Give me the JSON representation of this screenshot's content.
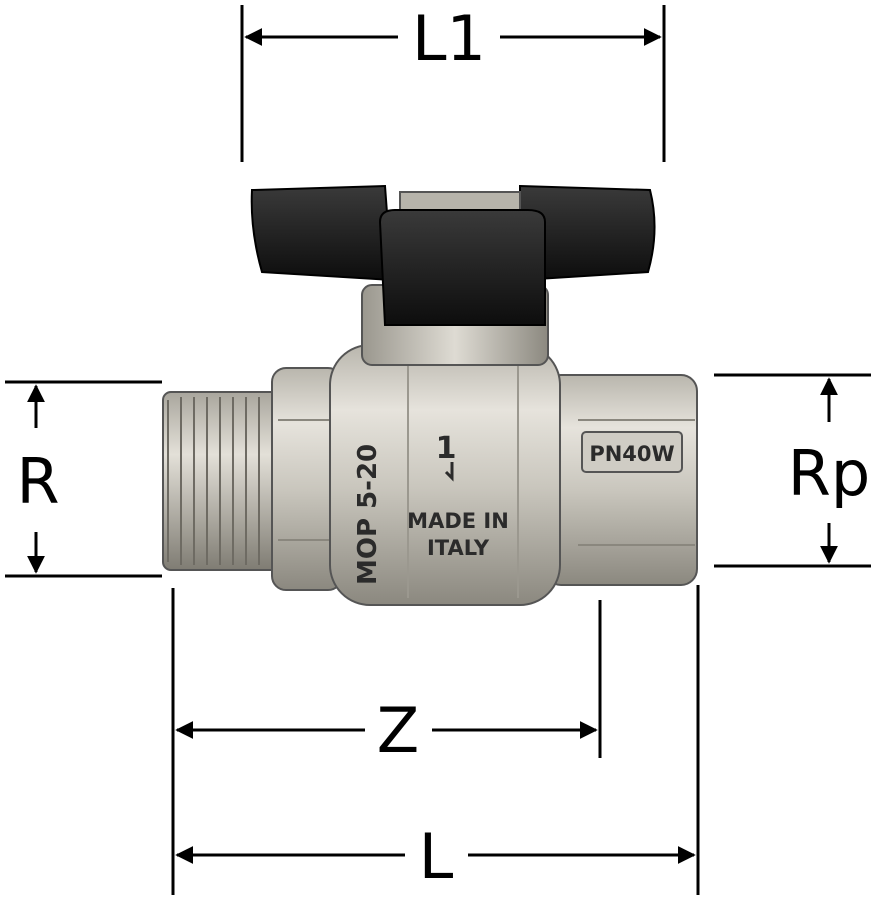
{
  "dimensions": {
    "L1": "L1",
    "R": "R",
    "Rp": "Rp",
    "Z": "Z",
    "L": "L"
  },
  "body_markings": {
    "pressure": "MOP 5-20",
    "arrow": "1",
    "made_in_line1": "MADE IN",
    "made_in_line2": "ITALY",
    "rating": "PN40W"
  },
  "colors": {
    "line": "#000000",
    "brass_light": "#d9d6ce",
    "brass_dark": "#8d8a80",
    "handle": "#1c1c1c"
  }
}
